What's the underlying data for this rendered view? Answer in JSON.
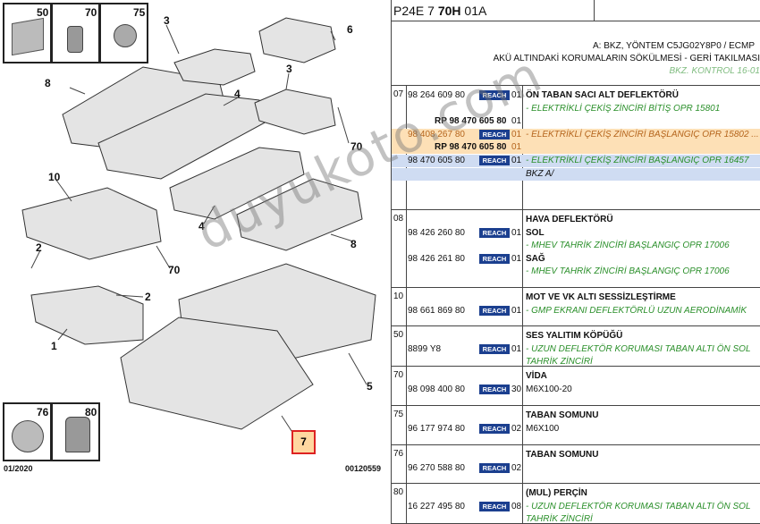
{
  "diagram": {
    "thumbs": [
      "50",
      "70",
      "75",
      "76",
      "80"
    ],
    "callouts": [
      "3",
      "6",
      "8",
      "4",
      "3",
      "70",
      "10",
      "4",
      "8",
      "2",
      "70",
      "2",
      "1",
      "5",
      "7"
    ],
    "highlight_callout": "7",
    "footer_left": "01/2020",
    "footer_right": "00120559"
  },
  "header": {
    "code_prefix": "P24E 7 ",
    "code_bold": "70H",
    "code_suffix": " 01A",
    "line1": "A: BKZ, YÖNTEM C5JG02Y8P0 / ECMP",
    "line2": "AKÜ ALTINDAKİ KORUMALARIN SÖKÜLMESİ - GERİ TAKILMASI",
    "line3": "BKZ. KONTROL 16-01"
  },
  "reach_label": "REACH",
  "rows": [
    {
      "group": "07",
      "lines": [
        {
          "pn": "98 264 609 80",
          "reach": true,
          "qty": "01",
          "desc": "ÖN TABAN SACI ALT DEFLEKTÖRÜ"
        },
        {
          "note": "- ELEKTRİKLİ ÇEKİŞ ZİNCİRİ BİTİŞ OPR 15801"
        },
        {
          "rp": "RP 98 470 605 80",
          "qty": "01"
        },
        {
          "pn": "98 408 267 80",
          "reach": true,
          "qty": "01",
          "note": "- ELEKTRİKLİ ÇEKİŞ ZİNCİRİ BAŞLANGIÇ OPR 15802 ...",
          "style": "orange"
        },
        {
          "rp": "RP 98 470 605 80",
          "qty": "01",
          "style": "orange"
        },
        {
          "pn": "98 470 605 80",
          "reach": true,
          "qty": "01",
          "note": "- ELEKTRİKLİ ÇEKİŞ ZİNCİRİ BAŞLANGIÇ OPR 16457",
          "style": "blue"
        },
        {
          "bkz": "BKZ A/",
          "style": "blue"
        }
      ]
    },
    {
      "group": "08",
      "lines": [
        {
          "desc": "HAVA DEFLEKTÖRÜ"
        },
        {
          "pn": "98 426 260 80",
          "reach": true,
          "qty": "01",
          "desc": "SOL"
        },
        {
          "note": "- MHEV TAHRİK ZİNCİRİ BAŞLANGIÇ OPR 17006"
        },
        {
          "pn": "98 426 261 80",
          "reach": true,
          "qty": "01",
          "desc": "SAĞ"
        },
        {
          "note": "- MHEV TAHRİK ZİNCİRİ BAŞLANGIÇ OPR 17006"
        }
      ]
    },
    {
      "group": "10",
      "lines": [
        {
          "desc": "MOT VE VK ALTI SESSİZLEŞTİRME"
        },
        {
          "pn": "98 661 869 80",
          "reach": true,
          "qty": "01",
          "note": "- GMP EKRANI DEFLEKTÖRLÜ UZUN AERODİNAMİK"
        }
      ]
    },
    {
      "group": "50",
      "lines": [
        {
          "desc": "SES YALITIM KÖPÜĞÜ"
        },
        {
          "pn": "8899 Y8",
          "reach": true,
          "qty": "01",
          "note": "- UZUN DEFLEKTÖR KORUMASI TABAN ALTI ÖN SOL"
        },
        {
          "note": "TAHRİK ZİNCİRİ"
        }
      ]
    },
    {
      "group": "70",
      "lines": [
        {
          "desc": "VİDA"
        },
        {
          "pn": "98 098 400 80",
          "reach": true,
          "qty": "30",
          "plain": "M6X100-20"
        }
      ]
    },
    {
      "group": "75",
      "lines": [
        {
          "desc": "TABAN SOMUNU"
        },
        {
          "pn": "96 177 974 80",
          "reach": true,
          "qty": "02",
          "plain": "M6X100"
        }
      ]
    },
    {
      "group": "76",
      "lines": [
        {
          "desc": "TABAN SOMUNU"
        },
        {
          "pn": "96 270 588 80",
          "reach": true,
          "qty": "02"
        }
      ]
    },
    {
      "group": "80",
      "lines": [
        {
          "desc": "(MUL) PERÇİN"
        },
        {
          "pn": "16 227 495 80",
          "reach": true,
          "qty": "08",
          "note": "- UZUN DEFLEKTÖR KORUMASI TABAN ALTI ÖN SOL"
        },
        {
          "note": "TAHRİK ZİNCİRİ"
        }
      ]
    }
  ],
  "watermark": "duyukoto.com"
}
